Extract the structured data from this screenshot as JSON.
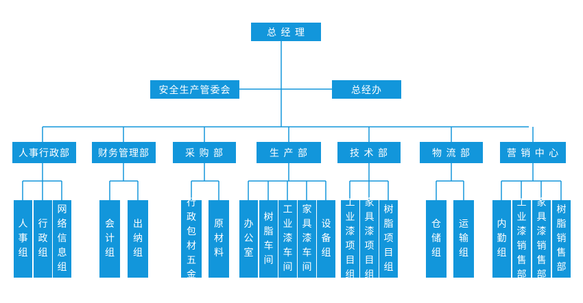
{
  "top": {
    "label": "总 经 理"
  },
  "staff": [
    {
      "label": "安全生产管委会"
    },
    {
      "label": "总经办"
    }
  ],
  "departments": [
    {
      "label": "人事行政部",
      "groups": [
        "人事组",
        "行政组",
        "网络信息组"
      ]
    },
    {
      "label": "财务管理部",
      "groups": [
        "会计组",
        "出纳组"
      ]
    },
    {
      "label": "采 购 部",
      "groups": [
        "行政包材五金",
        "原材料"
      ]
    },
    {
      "label": "生 产 部",
      "groups": [
        "办公室",
        "树脂车间",
        "工业漆车间",
        "家具漆车间",
        "设备组"
      ]
    },
    {
      "label": "技 术 部",
      "groups": [
        "工业漆项目组",
        "家具漆项目组",
        "树脂项目组"
      ]
    },
    {
      "label": "物 流 部",
      "groups": [
        "仓储组",
        "运输组"
      ]
    },
    {
      "label": "营 销 中 心",
      "groups": [
        "内勤组",
        "工业漆销售部",
        "家具漆销售部",
        "树脂销售部"
      ]
    }
  ],
  "colors": {
    "box": "#1296db",
    "line": "#1296db",
    "text": "#ffffff"
  }
}
